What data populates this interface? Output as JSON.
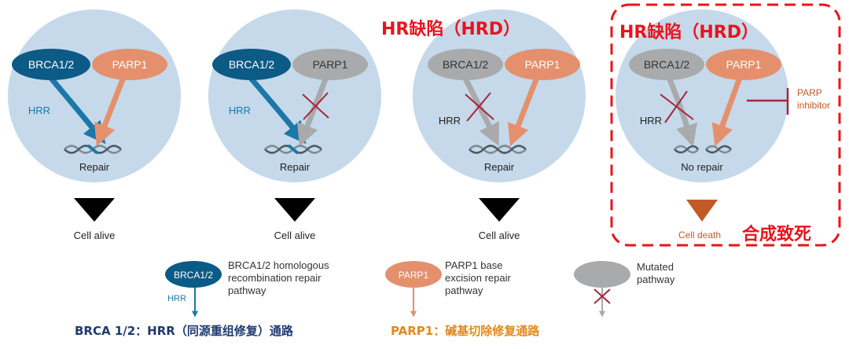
{
  "colors": {
    "circle_bg": "#c5d9ea",
    "brca_blue": "#1b78a8",
    "brca_dark": "#0c5a86",
    "parp_orange": "#e5906d",
    "mutated_gray": "#a9aaab",
    "cross_red": "#a8243c",
    "highlight_red": "#e8141b",
    "death_orange": "#c25a25",
    "label_navy": "#1f3a6e",
    "label_orange": "#e08a1e"
  },
  "panels": [
    {
      "brca": "BRCA1/2",
      "parp": "PARP1",
      "hrr": "HRR",
      "repair": "Repair",
      "outcome": "Cell alive"
    },
    {
      "brca": "BRCA1/2",
      "parp": "PARP1",
      "hrr": "HRR",
      "repair": "Repair",
      "outcome": "Cell alive"
    },
    {
      "brca": "BRCA1/2",
      "parp": "PARP1",
      "hrr": "HRR",
      "repair": "Repair",
      "outcome": "Cell alive",
      "title": "HR缺陷（HRD）"
    },
    {
      "brca": "BRCA1/2",
      "parp": "PARP1",
      "hrr": "HRR",
      "repair": "No repair",
      "outcome": "Cell death",
      "title": "HR缺陷（HRD）",
      "inhibitor_line1": "PARP",
      "inhibitor_line2": "inhibitor",
      "synthetic_lethal": "合成致死"
    }
  ],
  "legend": {
    "brca": {
      "badge": "BRCA1/2",
      "hrr": "HRR",
      "desc1": "BRCA1/2 homologous",
      "desc2": "recombination repair",
      "desc3": "pathway"
    },
    "parp": {
      "badge": "PARP1",
      "desc1": "PARP1 base",
      "desc2": "excision repair",
      "desc3": "pathway"
    },
    "mutated": {
      "desc1": "Mutated",
      "desc2": "pathway"
    }
  },
  "bottom": {
    "brca_label": "BRCA 1/2：HRR（同源重组修复）通路",
    "parp_label": "PARP1：碱基切除修复通路"
  }
}
